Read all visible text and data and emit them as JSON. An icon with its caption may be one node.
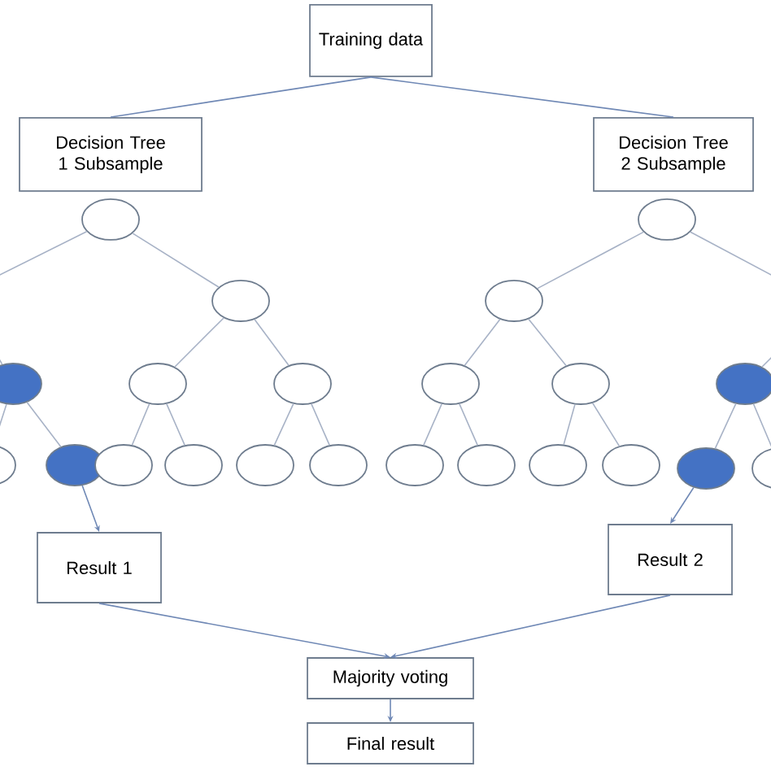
{
  "diagram": {
    "nodes": [
      {
        "text": [
          "Training data"
        ]
      },
      {
        "text": [
          "Decision Tree 1 Subsample"
        ]
      },
      {
        "text": [
          "Decision Tree 2 Subsample"
        ]
      },
      {
        "text": [],
        "shape": "circle"
      },
      {
        "text": [],
        "shape": "circle"
      },
      {
        "text": [],
        "shape": "circle"
      },
      {
        "text": [],
        "shape": "circle"
      },
      {
        "text": [],
        "shape": "circle"
      },
      {
        "text": [],
        "shape": "circle"
      },
      {
        "text": [],
        "shape": "circle"
      },
      {
        "text": [],
        "shape": "circle"
      },
      {
        "text": [],
        "shape": "circle"
      },
      {
        "text": [],
        "shape": "circle"
      },
      {
        "text": [],
        "shape": "circle"
      },
      {
        "text": [],
        "shape": "circle"
      },
      {
        "text": [],
        "shape": "circle"
      },
      {
        "text": [],
        "shape": "circle"
      },
      {
        "text": [],
        "shape": "circle"
      },
      {
        "text": [],
        "shape": "circle"
      },
      {
        "text": [],
        "shape": "circle"
      },
      {
        "text": [],
        "shape": "circle"
      },
      {
        "text": [],
        "shape": "circle"
      },
      {
        "text": [],
        "shape": "circle"
      },
      {
        "text": [],
        "shape": "circle"
      },
      {
        "text": [],
        "shape": "circle"
      },
      {
        "text": [
          "Result 1"
        ]
      },
      {
        "text": [
          "Result 2"
        ]
      },
      {
        "text": [
          "Majority voting"
        ]
      },
      {
        "text": [
          "Final result"
        ]
      }
    ],
    "edges": [
      {
        "from": 0,
        "to": 1,
        "arrow": "none"
      },
      {
        "from": 0,
        "to": 2,
        "arrow": "none"
      },
      {
        "from": 3,
        "to": null,
        "arrow": "none"
      },
      {
        "from": 3,
        "to": 5,
        "arrow": "none"
      },
      {
        "from": null,
        "to": 4,
        "arrow": "none"
      },
      {
        "from": 4,
        "to": 6,
        "arrow": "none"
      },
      {
        "from": 4,
        "to": 7,
        "arrow": "none"
      },
      {
        "from": 5,
        "to": 8,
        "arrow": "none"
      },
      {
        "from": 5,
        "to": 9,
        "arrow": "none"
      },
      {
        "from": 8,
        "to": 10,
        "arrow": "none"
      },
      {
        "from": 8,
        "to": 11,
        "arrow": "none"
      },
      {
        "from": 9,
        "to": 12,
        "arrow": "none"
      },
      {
        "from": 9,
        "to": 13,
        "arrow": "none"
      },
      {
        "from": 14,
        "to": 15,
        "arrow": "none"
      },
      {
        "from": 14,
        "to": null,
        "arrow": "none"
      },
      {
        "from": null,
        "to": 22,
        "arrow": "none"
      },
      {
        "from": 15,
        "to": 16,
        "arrow": "none"
      },
      {
        "from": 15,
        "to": 17,
        "arrow": "none"
      },
      {
        "from": 16,
        "to": 18,
        "arrow": "none"
      },
      {
        "from": 16,
        "to": 19,
        "arrow": "none"
      },
      {
        "from": 17,
        "to": 20,
        "arrow": "none"
      },
      {
        "from": 17,
        "to": 21,
        "arrow": "none"
      },
      {
        "from": 22,
        "to": 23,
        "arrow": "none"
      },
      {
        "from": 22,
        "to": 24,
        "arrow": "none"
      },
      {
        "from": 7,
        "to": 25,
        "arrow": "to"
      },
      {
        "from": 23,
        "to": 26,
        "arrow": "to"
      },
      {
        "from": 25,
        "to": 27,
        "arrow": "to"
      },
      {
        "from": 26,
        "to": 27,
        "arrow": "to"
      },
      {
        "from": 27,
        "to": 28,
        "arrow": "to"
      }
    ]
  }
}
